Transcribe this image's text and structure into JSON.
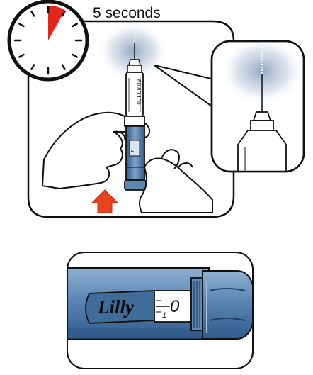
{
  "timer": {
    "caption": "5 seconds",
    "elapsed_fraction": 0.08
  },
  "pen": {
    "label_top": "60 80 100",
    "brand": "Lilly"
  },
  "dose_window": {
    "numeral_big": "0",
    "numeral_small": "1"
  },
  "colors": {
    "line": "#111111",
    "timer_sector": "#e3251a",
    "arrow": "#e8421f",
    "pen_blue": "#3a6da0",
    "pen_blue_light": "#7fa3c8",
    "glow": "#9fb0c6"
  }
}
